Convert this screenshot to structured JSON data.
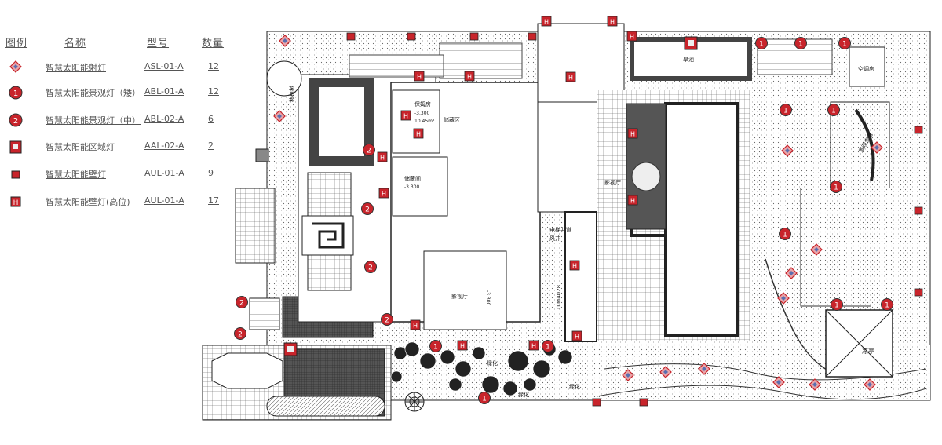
{
  "legend": {
    "headers": {
      "symbol": "图例",
      "name": "名称",
      "model": "型号",
      "qty": "数量"
    },
    "items": [
      {
        "icon": "spotlight-diamond-icon",
        "name": "智慧太阳能射灯",
        "model": "ASL-01-A",
        "qty": "12"
      },
      {
        "icon": "landscape-light-low-icon",
        "name": "智慧太阳能景观灯（矮）",
        "model": "ABL-01-A",
        "qty": "12"
      },
      {
        "icon": "landscape-light-mid-icon",
        "name": "智慧太阳能景观灯（中）",
        "model": "ABL-02-A",
        "qty": "6"
      },
      {
        "icon": "area-light-icon",
        "name": "智慧太阳能区域灯",
        "model": "AAL-02-A",
        "qty": "2"
      },
      {
        "icon": "wall-light-icon",
        "name": "智慧太阳能壁灯",
        "model": "AUL-01-A",
        "qty": "9"
      },
      {
        "icon": "wall-light-high-icon",
        "name": "智慧太阳能壁灯(高位)",
        "model": "AUL-01-A",
        "qty": "17"
      }
    ]
  },
  "plan_labels": {
    "tree": "移植树",
    "maid_room": "保姆房",
    "maid_level": "-3.300",
    "maid_area": "10.45m²",
    "storage": "储藏区",
    "wine_cellar": "储藏间",
    "wine_level": "-3.300",
    "cinema": "影视厅",
    "cinema_level": "-3.300",
    "elevator": "电梯井道",
    "shaft": "风井",
    "dry_garden": "旱池",
    "pavilion": "凉亭",
    "green": "绿化",
    "ac_room": "空调房",
    "path_label": "景观步道",
    "tlm": "TLM4028",
    "theater": "影视厅"
  },
  "colors": {
    "red": "#c8242b",
    "pink": "#e8a4a8",
    "blue": "#5a6fb0",
    "line": "#222222",
    "grey_fill": "#7a7a7a",
    "dark_fill": "#444444"
  }
}
